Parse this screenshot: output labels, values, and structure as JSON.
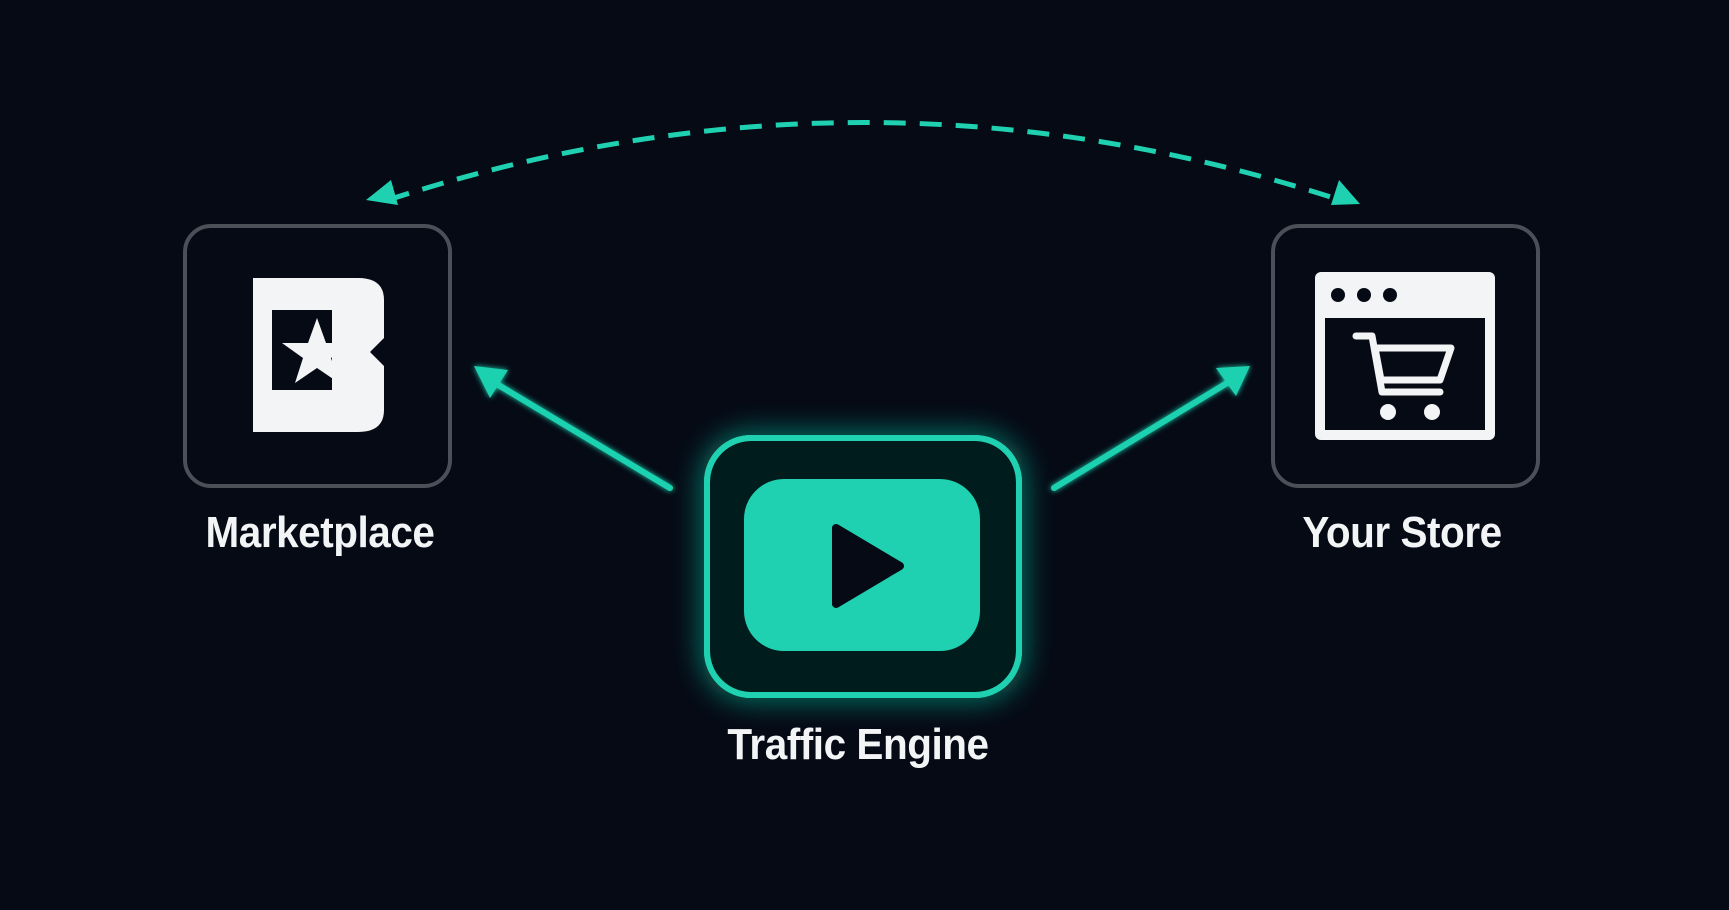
{
  "nodes": {
    "marketplace": {
      "label": "Marketplace",
      "icon": "bookstar-b-logo-icon"
    },
    "traffic_engine": {
      "label": "Traffic Engine",
      "icon": "play-button-icon"
    },
    "store": {
      "label": "Your Store",
      "icon": "browser-cart-icon"
    }
  },
  "colors": {
    "background": "#050a15",
    "accent": "#1fd1b0",
    "box_border": "#4a4f58",
    "text": "#f2f4f6"
  }
}
